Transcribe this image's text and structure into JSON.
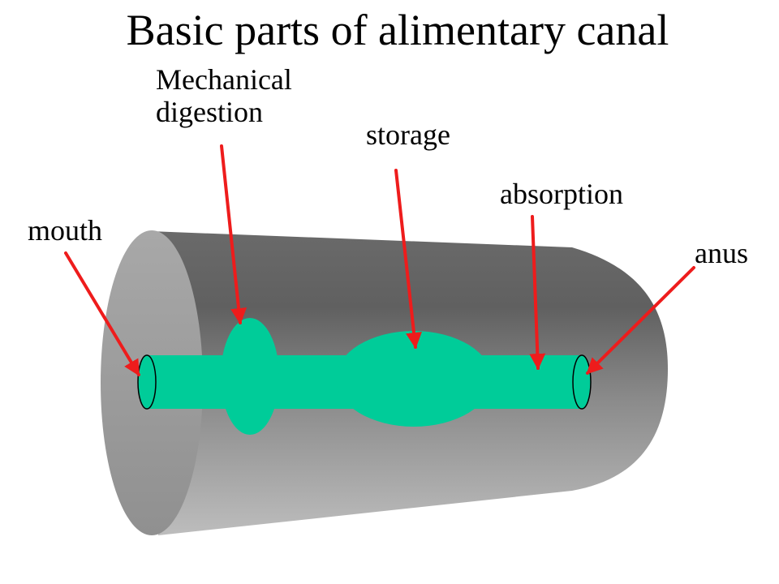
{
  "title": "Basic parts of alimentary canal",
  "labels": {
    "mechanical": [
      "Mechanical",
      "digestion"
    ],
    "storage": "storage",
    "absorption": "absorption",
    "mouth": "mouth",
    "anus": "anus"
  },
  "colors": {
    "canal": "#00CC99",
    "arrow": "#EE1C1C",
    "body_dark": "#5E5E5E",
    "body_light": "#B8B8B8",
    "end_face": "#9B9B9B"
  }
}
